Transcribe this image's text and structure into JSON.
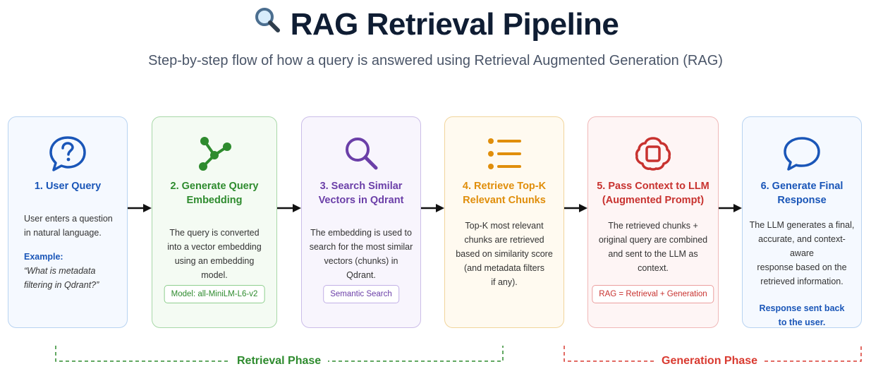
{
  "header": {
    "title": "RAG Retrieval Pipeline",
    "subtitle": "Step-by-step flow of how a query is answered using Retrieval Augmented Generation (RAG)",
    "title_icon": "magnifier-icon"
  },
  "steps": [
    {
      "icon": "question-bubble-icon",
      "title": "1. User Query",
      "desc": [
        "User enters a question",
        "in natural language."
      ],
      "example_label": "Example:",
      "example_text": [
        "“What is metadata",
        "filtering in Qdrant?”"
      ],
      "color": "#1a56b8"
    },
    {
      "icon": "network-nodes-icon",
      "title": [
        "2. Generate Query",
        "Embedding"
      ],
      "desc": [
        "The query is converted",
        "into a vector embedding",
        "using an embedding",
        "model."
      ],
      "tag": "Model: all-MiniLM-L6-v2",
      "color": "#2e8b2e"
    },
    {
      "icon": "search-icon",
      "title": [
        "3. Search Similar",
        "Vectors in Qdrant"
      ],
      "desc": [
        "The embedding is used to",
        "search for the most similar",
        "vectors (chunks) in",
        "Qdrant."
      ],
      "tag": "Semantic Search",
      "color": "#6b3fa8"
    },
    {
      "icon": "list-icon",
      "title": [
        "4. Retrieve Top-K",
        "Relevant Chunks"
      ],
      "desc": [
        "Top-K most relevant",
        "chunks are retrieved",
        "based on similarity score",
        "(and metadata filters",
        "if any)."
      ],
      "color": "#e08e0b"
    },
    {
      "icon": "brain-chip-icon",
      "title": [
        "5. Pass Context to LLM",
        "(Augmented Prompt)"
      ],
      "desc": [
        "The retrieved chunks +",
        "original query are combined",
        "and sent to the LLM as",
        "context."
      ],
      "tag": "RAG = Retrieval + Generation",
      "color": "#c8322f"
    },
    {
      "icon": "chat-bubble-icon",
      "title": [
        "6. Generate Final",
        "Response"
      ],
      "desc": [
        "The LLM generates a final,",
        "accurate, and context-aware",
        "response based on the",
        "retrieved information."
      ],
      "final": [
        "Response sent back",
        "to the user."
      ],
      "color": "#1a56b8"
    }
  ],
  "phases": {
    "retrieval": {
      "label": "Retrieval Phase",
      "color": "#2e8b2e"
    },
    "generation": {
      "label": "Generation Phase",
      "color": "#d93a30"
    }
  }
}
